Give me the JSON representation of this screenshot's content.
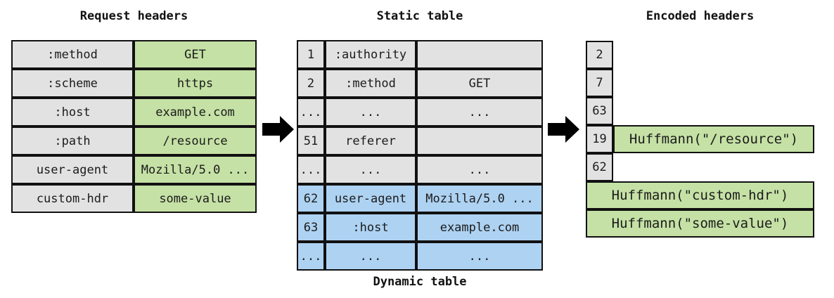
{
  "request_headers": {
    "title": "Request headers",
    "rows": [
      {
        "name": ":method",
        "value": "GET"
      },
      {
        "name": ":scheme",
        "value": "https"
      },
      {
        "name": ":host",
        "value": "example.com"
      },
      {
        "name": ":path",
        "value": "/resource"
      },
      {
        "name": "user-agent",
        "value": "Mozilla/5.0 ..."
      },
      {
        "name": "custom-hdr",
        "value": "some-value"
      }
    ]
  },
  "lookup_table": {
    "static_title": "Static table",
    "dynamic_title": "Dynamic table",
    "rows": [
      {
        "index": "1",
        "name": ":authority",
        "value": "",
        "section": "static"
      },
      {
        "index": "2",
        "name": ":method",
        "value": "GET",
        "section": "static"
      },
      {
        "index": "...",
        "name": "...",
        "value": "...",
        "section": "static"
      },
      {
        "index": "51",
        "name": "referer",
        "value": "",
        "section": "static"
      },
      {
        "index": "...",
        "name": "...",
        "value": "...",
        "section": "static"
      },
      {
        "index": "62",
        "name": "user-agent",
        "value": "Mozilla/5.0 ...",
        "section": "dynamic"
      },
      {
        "index": "63",
        "name": ":host",
        "value": "example.com",
        "section": "dynamic"
      },
      {
        "index": "...",
        "name": "...",
        "value": "...",
        "section": "dynamic"
      }
    ]
  },
  "encoded_headers": {
    "title": "Encoded headers",
    "index_cells": [
      "2",
      "7",
      "63",
      "19",
      "62"
    ],
    "resource_literal": "Huffmann(\"/resource\")",
    "literal_rows": [
      "Huffmann(\"custom-hdr\")",
      "Huffmann(\"some-value\")"
    ]
  },
  "icons": {
    "flow_arrow": "➡"
  },
  "colors": {
    "static_fill": "#e2e2e2",
    "matched_fill": "#c5e1a5",
    "dynamic_fill": "#aed2f2",
    "border": "#111111",
    "background": "#ffffff"
  }
}
